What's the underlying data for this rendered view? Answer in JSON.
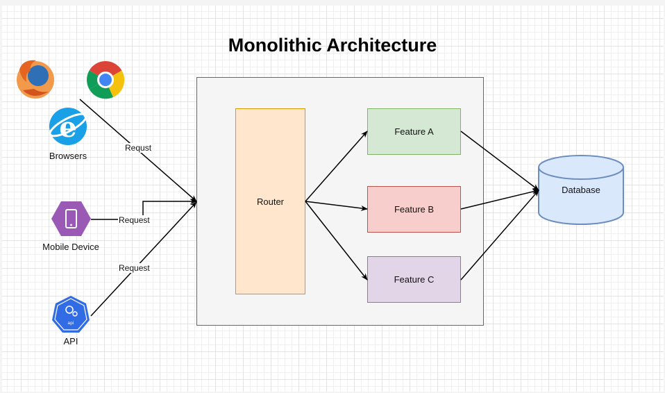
{
  "diagram": {
    "title": "Monolithic Architecture",
    "nodes": {
      "router": "Router",
      "feature_a": "Feature A",
      "feature_b": "Feature B",
      "feature_c": "Feature C",
      "database": "Database"
    },
    "clients": {
      "browsers": "Browsers",
      "mobile": "Mobile Device",
      "api": "API",
      "api_badge": "api"
    },
    "edge_labels": {
      "browsers": "Requst",
      "mobile": "Request",
      "api": "Request"
    },
    "icons": [
      "firefox-icon",
      "chrome-icon",
      "internet-explorer-icon",
      "mobile-phone-icon",
      "api-gear-icon",
      "database-cylinder-icon"
    ],
    "colors": {
      "router_fill": "#ffe6cc",
      "router_stroke": "#d79b00",
      "feature_a_fill": "#d5e8d4",
      "feature_a_stroke": "#82b366",
      "feature_b_fill": "#f8cecc",
      "feature_b_stroke": "#b85450",
      "feature_c_fill": "#e1d5e7",
      "feature_c_stroke": "#9673a6",
      "database_fill": "#dae8fc",
      "database_stroke": "#6c8ebf",
      "container_fill": "#f5f5f5",
      "container_stroke": "#666666"
    }
  }
}
